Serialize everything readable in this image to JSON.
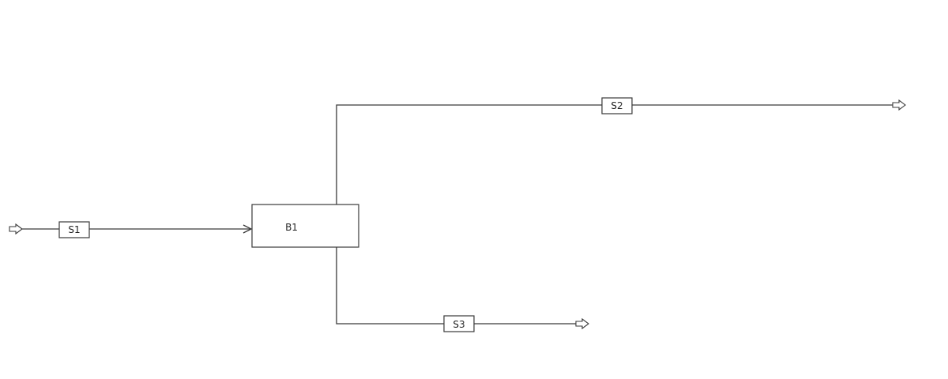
{
  "blocks": {
    "b1": {
      "label": "B1"
    }
  },
  "streams": {
    "s1": {
      "label": "S1"
    },
    "s2": {
      "label": "S2"
    },
    "s3": {
      "label": "S3"
    }
  },
  "colors": {
    "line": "#3a3a3a",
    "background": "#ffffff"
  }
}
